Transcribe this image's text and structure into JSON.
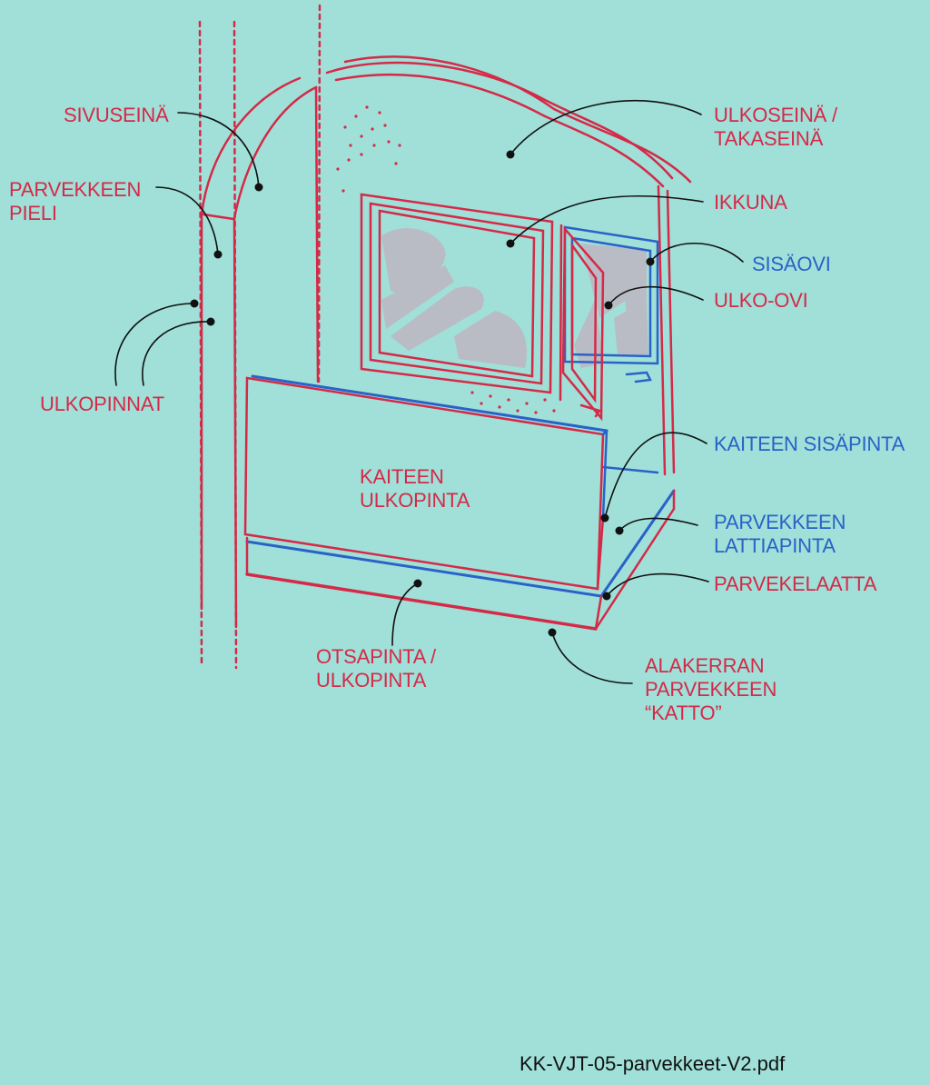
{
  "colors": {
    "background": "#a0e0d8",
    "outer_surface": "#d42a48",
    "inner_surface": "#2a62c8",
    "glass": "#b9bcc4",
    "leader": "#111111"
  },
  "labels": {
    "sivuseina": "SIVUSEINÄ",
    "parvekkeen_pieli_1": "PARVEKKEEN",
    "parvekkeen_pieli_2": "PIELI",
    "ulkopinnat": "ULKOPINNAT",
    "ulkoseina_1": "ULKOSEINÄ /",
    "ulkoseina_2": "TAKASEINÄ",
    "ikkuna": "IKKUNA",
    "sisaovi": "SISÄOVI",
    "ulko_ovi": "ULKO-OVI",
    "kaiteen_sisapinta": "KAITEEN SISÄPINTA",
    "parvekkeen_lattiapinta_1": "PARVEKKEEN",
    "parvekkeen_lattiapinta_2": "LATTIAPINTA",
    "parvekelaatta": "PARVEKELAATTA",
    "kaiteen_ulkopinta_1": "KAITEEN",
    "kaiteen_ulkopinta_2": "ULKOPINTA",
    "otsapinta_1": "OTSAPINTA /",
    "otsapinta_2": "ULKOPINTA",
    "alakerran_1": "ALAKERRAN",
    "alakerran_2": "PARVEKKEEN",
    "alakerran_3": "“KATTO”"
  },
  "filename": "KK-VJT-05-parvekkeet-V2.pdf"
}
